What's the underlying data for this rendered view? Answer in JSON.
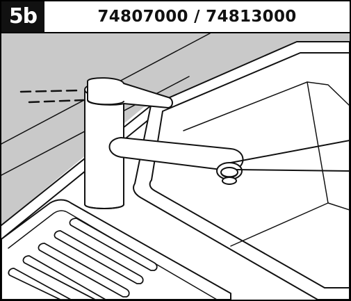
{
  "header": {
    "step_label": "5b",
    "model_numbers": "74807000 / 74813000"
  },
  "colors": {
    "countertop": "#c9c9c9",
    "outline": "#111111",
    "background": "#ffffff"
  },
  "illustration": {
    "components": [
      "countertop",
      "sink-basin",
      "drainboard",
      "faucet-body",
      "faucet-lever",
      "faucet-spout",
      "aerator",
      "leader-line"
    ]
  }
}
